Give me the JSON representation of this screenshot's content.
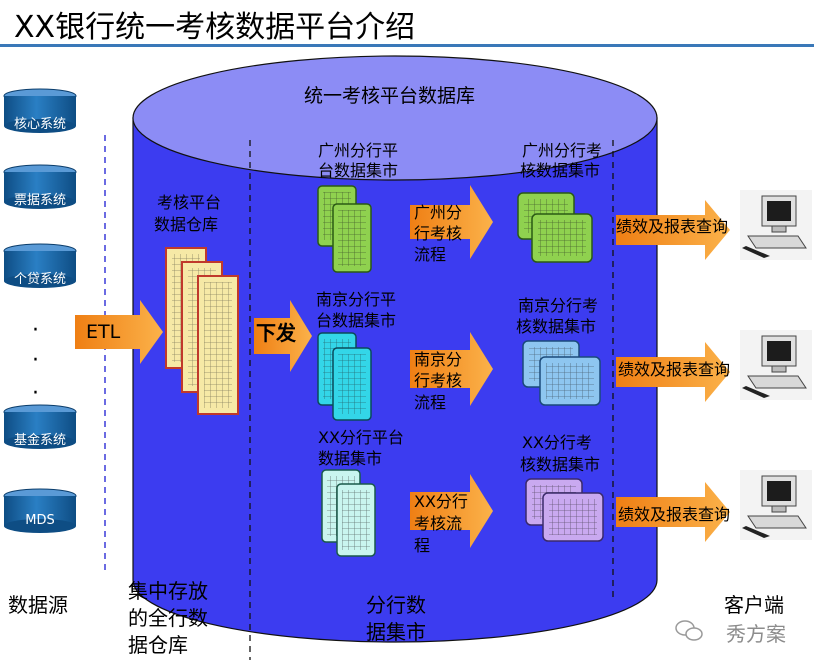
{
  "title": "XX银行统一考核数据平台介绍",
  "cylinder_title": "统一考核平台数据库",
  "sources": [
    "核心系统",
    "票据系统",
    "个贷系统",
    "基金系统",
    "MDS"
  ],
  "dots": [
    "·",
    "·",
    "·"
  ],
  "etl_label": "ETL",
  "warehouse_label": [
    "考核平台",
    "数据仓库"
  ],
  "dispatch_label": "下发",
  "branches": [
    {
      "platform_mart": [
        "广州分行平",
        "台数据集市"
      ],
      "flow": [
        "广州分",
        "行考核",
        "流程"
      ],
      "assess_mart": [
        "广州分行考",
        "核数据集市"
      ],
      "color": "#8fd14f"
    },
    {
      "platform_mart": [
        "南京分行平",
        "台数据集市"
      ],
      "flow": [
        "南京分",
        "行考核",
        "流程"
      ],
      "assess_mart": [
        "南京分行考",
        "核数据集市"
      ],
      "color": "#33d6e8"
    },
    {
      "platform_mart": [
        "XX分行平台",
        "数据集市"
      ],
      "flow": [
        "XX分行",
        "考核流",
        "程"
      ],
      "assess_mart": [
        "XX分行考",
        "核数据集市"
      ],
      "color": "#c9a9f0"
    }
  ],
  "client_query": "绩效及报表查询",
  "bottom_labels": {
    "source": "数据源",
    "warehouse": [
      "集中存放",
      "的全行数",
      "据仓库"
    ],
    "mart": [
      "分行数",
      "据集市"
    ],
    "client": "客户端"
  },
  "watermark": "秀方案",
  "colors": {
    "cylinder_body": "#3c3cf0",
    "cylinder_top": "#8c8cf5",
    "arrow": "#f6921e",
    "source_disc": "#1f6aa8",
    "title_rule": "#3a78b8"
  }
}
